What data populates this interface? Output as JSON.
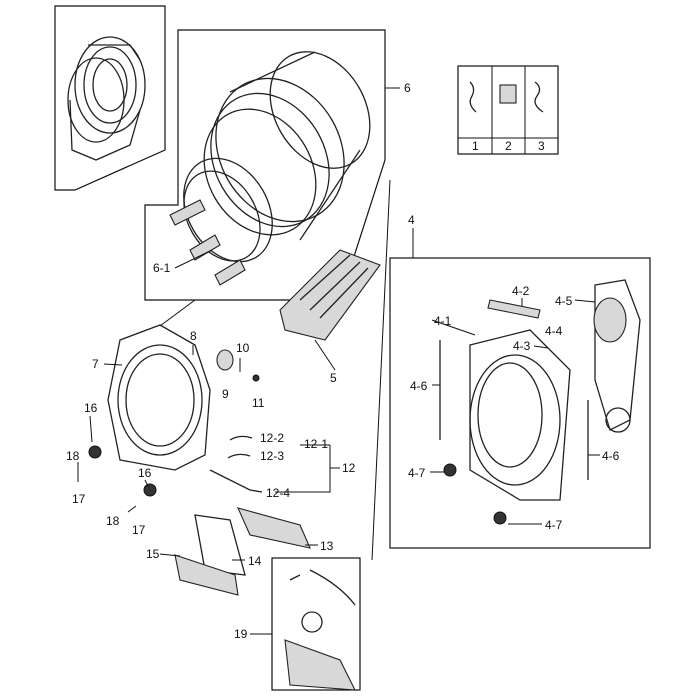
{
  "callouts": {
    "c1": "1",
    "c2": "2",
    "c3": "3",
    "c4": "4",
    "c4_1": "4-1",
    "c4_2": "4-2",
    "c4_3": "4-3",
    "c4_4": "4-4",
    "c4_5": "4-5",
    "c4_6a": "4-6",
    "c4_6b": "4-6",
    "c4_7a": "4-7",
    "c4_7b": "4-7",
    "c5": "5",
    "c6": "6",
    "c6_1": "6-1",
    "c7": "7",
    "c8": "8",
    "c9": "9",
    "c10": "10",
    "c11": "11",
    "c12": "12",
    "c12_1": "12-1",
    "c12_2": "12-2",
    "c12_3": "12-3",
    "c12_4": "12-4",
    "c13": "13",
    "c14": "14",
    "c15": "15",
    "c16a": "16",
    "c16b": "16",
    "c17a": "17",
    "c17b": "17",
    "c18a": "18",
    "c18b": "18",
    "c19": "19"
  },
  "colors": {
    "line": "#111111",
    "fill": "#d8d8d8",
    "background": "#ffffff"
  }
}
